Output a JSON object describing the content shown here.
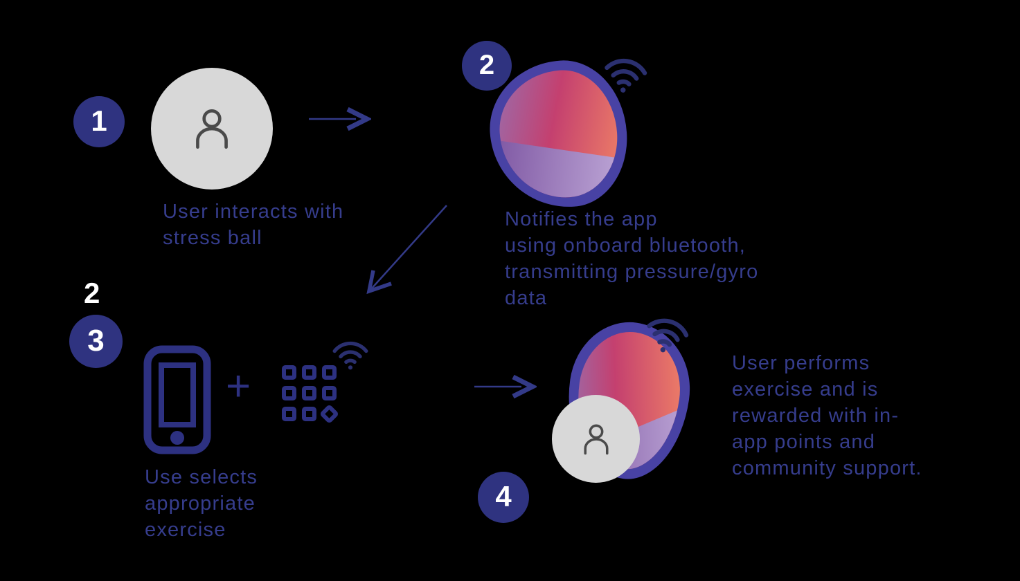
{
  "title": "Stress ball app flow diagram",
  "colors": {
    "background": "#000000",
    "badge": "#2f3380",
    "badge_text": "#ffffff",
    "ball_ring": "#4842a4",
    "ball_gradient": [
      "#9a6cab",
      "#c4406f",
      "#f08266"
    ],
    "ball_wedge_gradient": [
      "#7c54a1",
      "#bda6d6"
    ],
    "icon_indigo": "#2d3181",
    "wifi": "#2b3070",
    "arrow": "#333a88",
    "caption_text": "#363d8d",
    "gray_circle": "#d8d8d8",
    "person_icon": "#4a4a4a"
  },
  "icons": [
    "person-icon",
    "wifi-signal-icon",
    "smartphone-icon",
    "keypad-grid-icon",
    "plus-icon",
    "arrow-right-icon",
    "arrow-down-left-icon"
  ],
  "steps": [
    {
      "number": "1",
      "caption": "User interacts with\nstress ball"
    },
    {
      "number": "2",
      "caption": "Notifies the app\nusing onboard bluetooth,\ntransmitting pressure/gyro\ndata"
    },
    {
      "number": "3",
      "caption": "Use selects\nappropriate\nexercise",
      "plus": "+"
    },
    {
      "number": "4",
      "caption": "User performs\nexercise and is\nrewarded with in-\napp points and\ncommunity support."
    }
  ],
  "floating_step_label": "2"
}
